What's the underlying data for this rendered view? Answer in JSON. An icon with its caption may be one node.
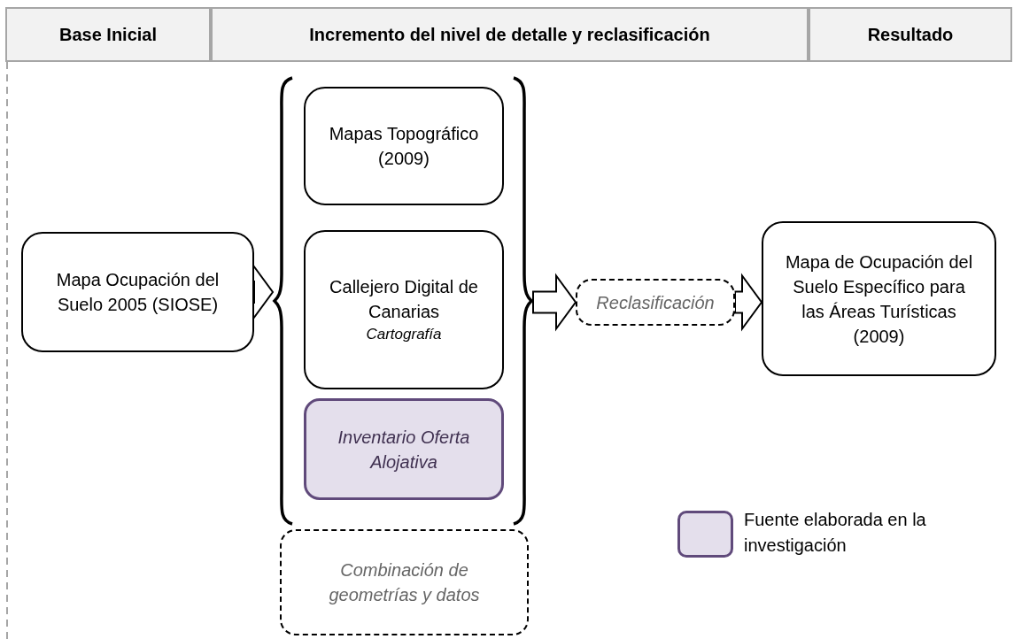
{
  "diagram": {
    "nodes": [
      {
        "text": [
          "Base Inicial"
        ]
      },
      {
        "text": [
          "Incremento del nivel de detalle y reclasificación"
        ]
      },
      {
        "text": [
          "Resultado"
        ]
      },
      {
        "text": [
          "Mapa Ocupación del Suelo 2005 (SIOSE)"
        ]
      },
      {
        "text": [],
        "shape": "bracket"
      },
      {
        "text": [
          "Mapas Topográfico (2009)"
        ],
        "in": 4
      },
      {
        "text": [
          "Callejero Digital de Canarias",
          "Cartografía"
        ],
        "in": 4
      },
      {
        "text": [
          "Inventario Oferta Alojativa"
        ],
        "in": 4
      },
      {
        "text": [
          "Reclasificación"
        ]
      },
      {
        "text": [
          "Mapa de Ocupación del Suelo Específico para las Áreas Turísticas (2009)"
        ]
      },
      {
        "text": [
          "Combinación de geometrías y datos"
        ]
      }
    ],
    "edges": [
      {
        "from": 3,
        "to": 4,
        "arrow": "to"
      },
      {
        "from": 4,
        "to": 8,
        "arrow": "to"
      },
      {
        "from": 8,
        "to": 9,
        "arrow": "to"
      }
    ],
    "legend": [
      {
        "text": "Fuente elaborada en la investigación",
        "color": "#e4dfec"
      }
    ]
  }
}
